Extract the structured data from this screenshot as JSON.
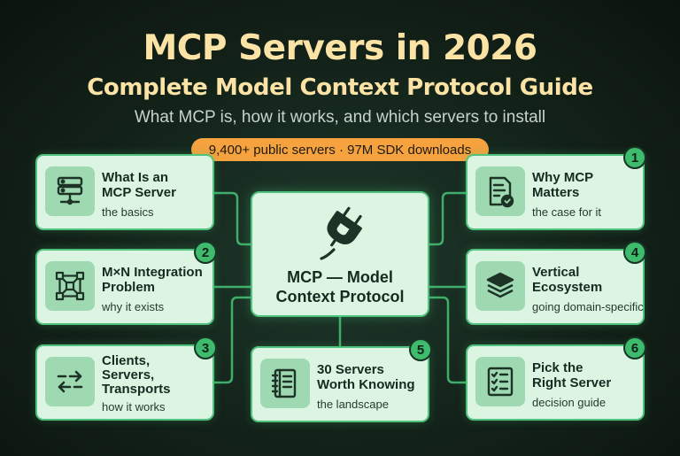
{
  "header": {
    "title": "MCP Servers in 2026",
    "subtitle": "Complete Model Context Protocol Guide",
    "tagline": "What MCP is, how it works, and which servers to install",
    "badge": "9,400+ public servers · 97M SDK downloads"
  },
  "center": {
    "title_line1": "MCP — Model",
    "title_line2": "Context Protocol",
    "icon": "plug-icon"
  },
  "cards": {
    "what_is": {
      "title_line1": "What Is an",
      "title_line2": "MCP Server",
      "sub": "the basics",
      "icon": "server-stack-icon"
    },
    "why": {
      "number": "1",
      "title_line1": "Why MCP",
      "title_line2": "Matters",
      "sub": "the case for it",
      "icon": "document-check-icon"
    },
    "mxn": {
      "number": "2",
      "title_line1": "M×N Integration",
      "title_line2": "Problem",
      "sub": "why it exists",
      "icon": "network-grid-icon"
    },
    "vertical": {
      "number": "4",
      "title_line1": "Vertical",
      "title_line2": "Ecosystem",
      "sub": "going domain-specific",
      "icon": "layers-icon"
    },
    "clients": {
      "number": "3",
      "title_line1": "Clients,",
      "title_line2": "Servers,",
      "title_line3": "Transports",
      "sub": "how it works",
      "icon": "arrows-exchange-icon"
    },
    "thirty": {
      "number": "5",
      "title_line1": "30 Servers",
      "title_line2": "Worth Knowing",
      "sub": "the landscape",
      "icon": "notebook-icon"
    },
    "pick": {
      "number": "6",
      "title_line1": "Pick the",
      "title_line2": "Right Server",
      "sub": "decision guide",
      "icon": "checklist-icon"
    }
  },
  "colors": {
    "background": "#132219",
    "title": "#fbe3a6",
    "badge": "#f5a23f",
    "card": "#dcf5e3",
    "card_border": "#4fc27d",
    "icon_tile": "#9ed9b2",
    "number_badge": "#3fbb6e"
  }
}
